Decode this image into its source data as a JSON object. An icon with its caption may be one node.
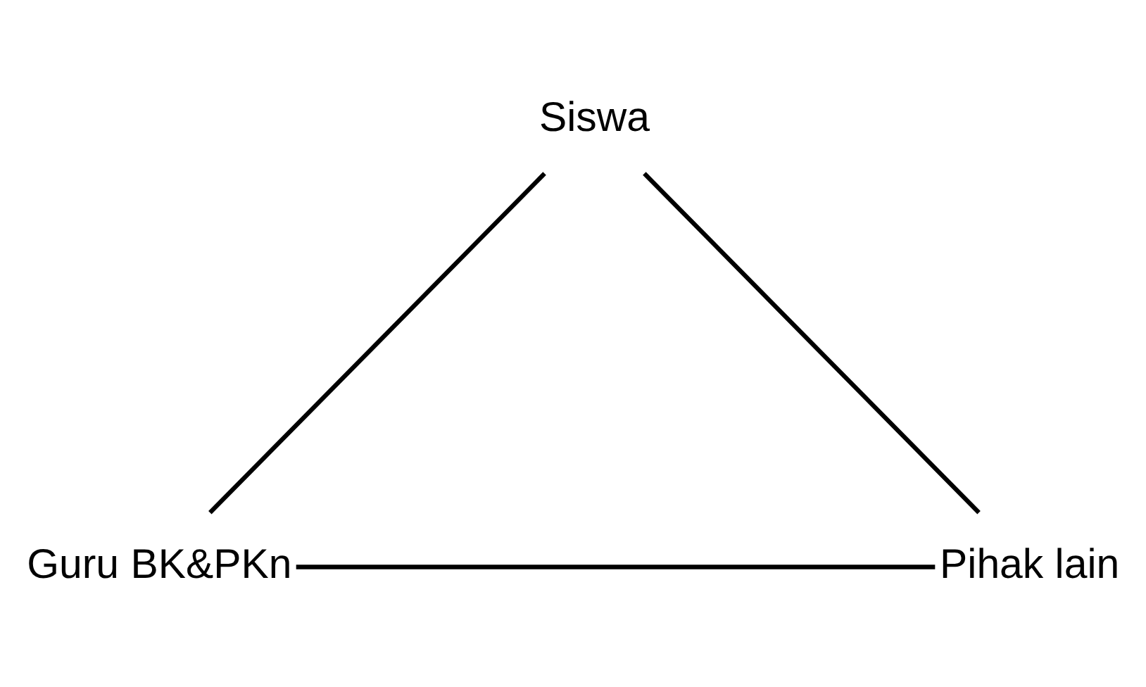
{
  "diagram": {
    "nodes": [
      {
        "text": [
          "Siswa"
        ]
      },
      {
        "text": [
          "Guru BK&PKn"
        ]
      },
      {
        "text": [
          "Pihak lain"
        ]
      }
    ],
    "edges": [
      {
        "from": 0,
        "to": 1,
        "arrow": "none"
      },
      {
        "from": 0,
        "to": 2,
        "arrow": "none"
      },
      {
        "from": 1,
        "to": 2,
        "arrow": "none"
      }
    ]
  }
}
